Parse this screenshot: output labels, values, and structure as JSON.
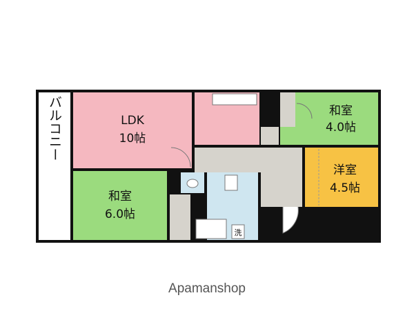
{
  "colors": {
    "ldk": "#f5b8c0",
    "washitsu": "#9bdb7e",
    "youshitsu": "#f7c244",
    "wet_area": "#cfe6f0",
    "circulation": "#d6d3cc",
    "wall": "#111111",
    "balcony": "#ffffff"
  },
  "rooms": {
    "ldk": {
      "name": "LDK",
      "size": "10帖"
    },
    "washitsu_a": {
      "name": "和室",
      "size": "4.0帖"
    },
    "youshitsu": {
      "name": "洋室",
      "size": "4.5帖"
    },
    "washitsu_b": {
      "name": "和室",
      "size": "6.0帖"
    }
  },
  "balcony_label": "バルコニー",
  "laundry_label": "洗",
  "watermark": "Apamanshop",
  "icons": [
    "toilet-icon",
    "kitchen-sink-icon",
    "bathtub-icon",
    "washbasin-icon",
    "washing-machine-icon",
    "door-swing-icon"
  ]
}
